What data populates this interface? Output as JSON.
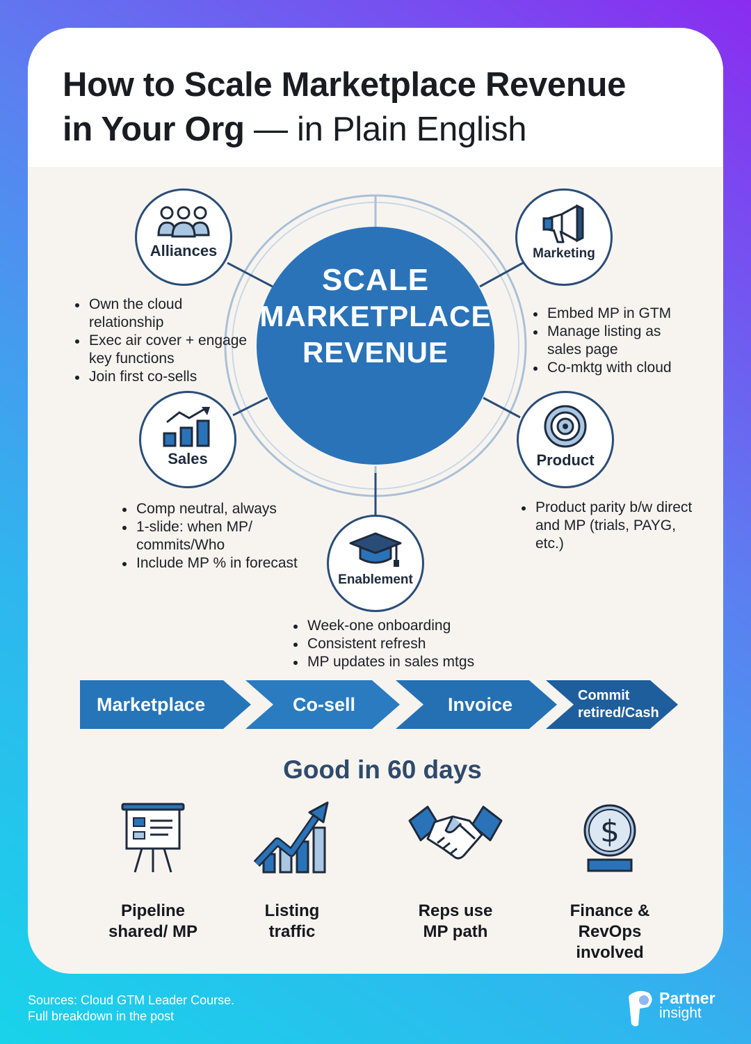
{
  "header": {
    "title_bold_line1": "How to Scale Marketplace Revenue",
    "title_bold_line2": "in Your Org",
    "title_thin": "— in Plain English"
  },
  "hub": {
    "line1": "SCALE",
    "line2": "MARKETPLACE",
    "line3": "REVENUE"
  },
  "nodes": {
    "alliances": {
      "label": "Alliances",
      "bullets": [
        "Own the cloud relationship",
        "Exec air cover + engage key functions",
        "Join first co-sells"
      ]
    },
    "marketing": {
      "label": "Marketing",
      "bullets": [
        "Embed MP in GTM",
        "Manage listing as sales page",
        "Co-mktg with cloud"
      ]
    },
    "sales": {
      "label": "Sales",
      "bullets": [
        "Comp neutral, always",
        "1-slide: when MP/ commits/Who",
        "Include MP % in forecast"
      ]
    },
    "product": {
      "label": "Product",
      "bullets": [
        "Product parity b/w direct and MP (trials, PAYG, etc.)"
      ]
    },
    "enablement": {
      "label": "Enablement",
      "bullets": [
        "Week-one onboarding",
        "Consistent refresh",
        "MP updates in sales mtgs"
      ]
    }
  },
  "flow": {
    "steps": [
      "Marketplace",
      "Co-sell",
      "Invoice"
    ],
    "last_line1": "Commit",
    "last_line2": "retired/Cash"
  },
  "outcomes": {
    "title": "Good in 60 days",
    "items": [
      {
        "icon": "presentation-board-icon",
        "line1": "Pipeline",
        "line2": "shared/ MP"
      },
      {
        "icon": "growth-chart-icon",
        "line1": "Listing",
        "line2": "traffic"
      },
      {
        "icon": "handshake-icon",
        "line1": "Reps use",
        "line2": "MP path"
      },
      {
        "icon": "dollar-coin-icon",
        "line1": "Finance &",
        "line2": "RevOps",
        "line3": "involved"
      }
    ]
  },
  "footer": {
    "line1": "Sources: Cloud GTM Leader Course.",
    "line2": "Full breakdown in the post"
  },
  "brand": {
    "line1": "Partner",
    "line2": "insight"
  },
  "colors": {
    "hub_blue": "#2a73b8",
    "ring": "#a9c0d6",
    "node_border": "#2a4d78",
    "heading": "#2f4a6b",
    "card_bg": "#f7f4f0"
  }
}
